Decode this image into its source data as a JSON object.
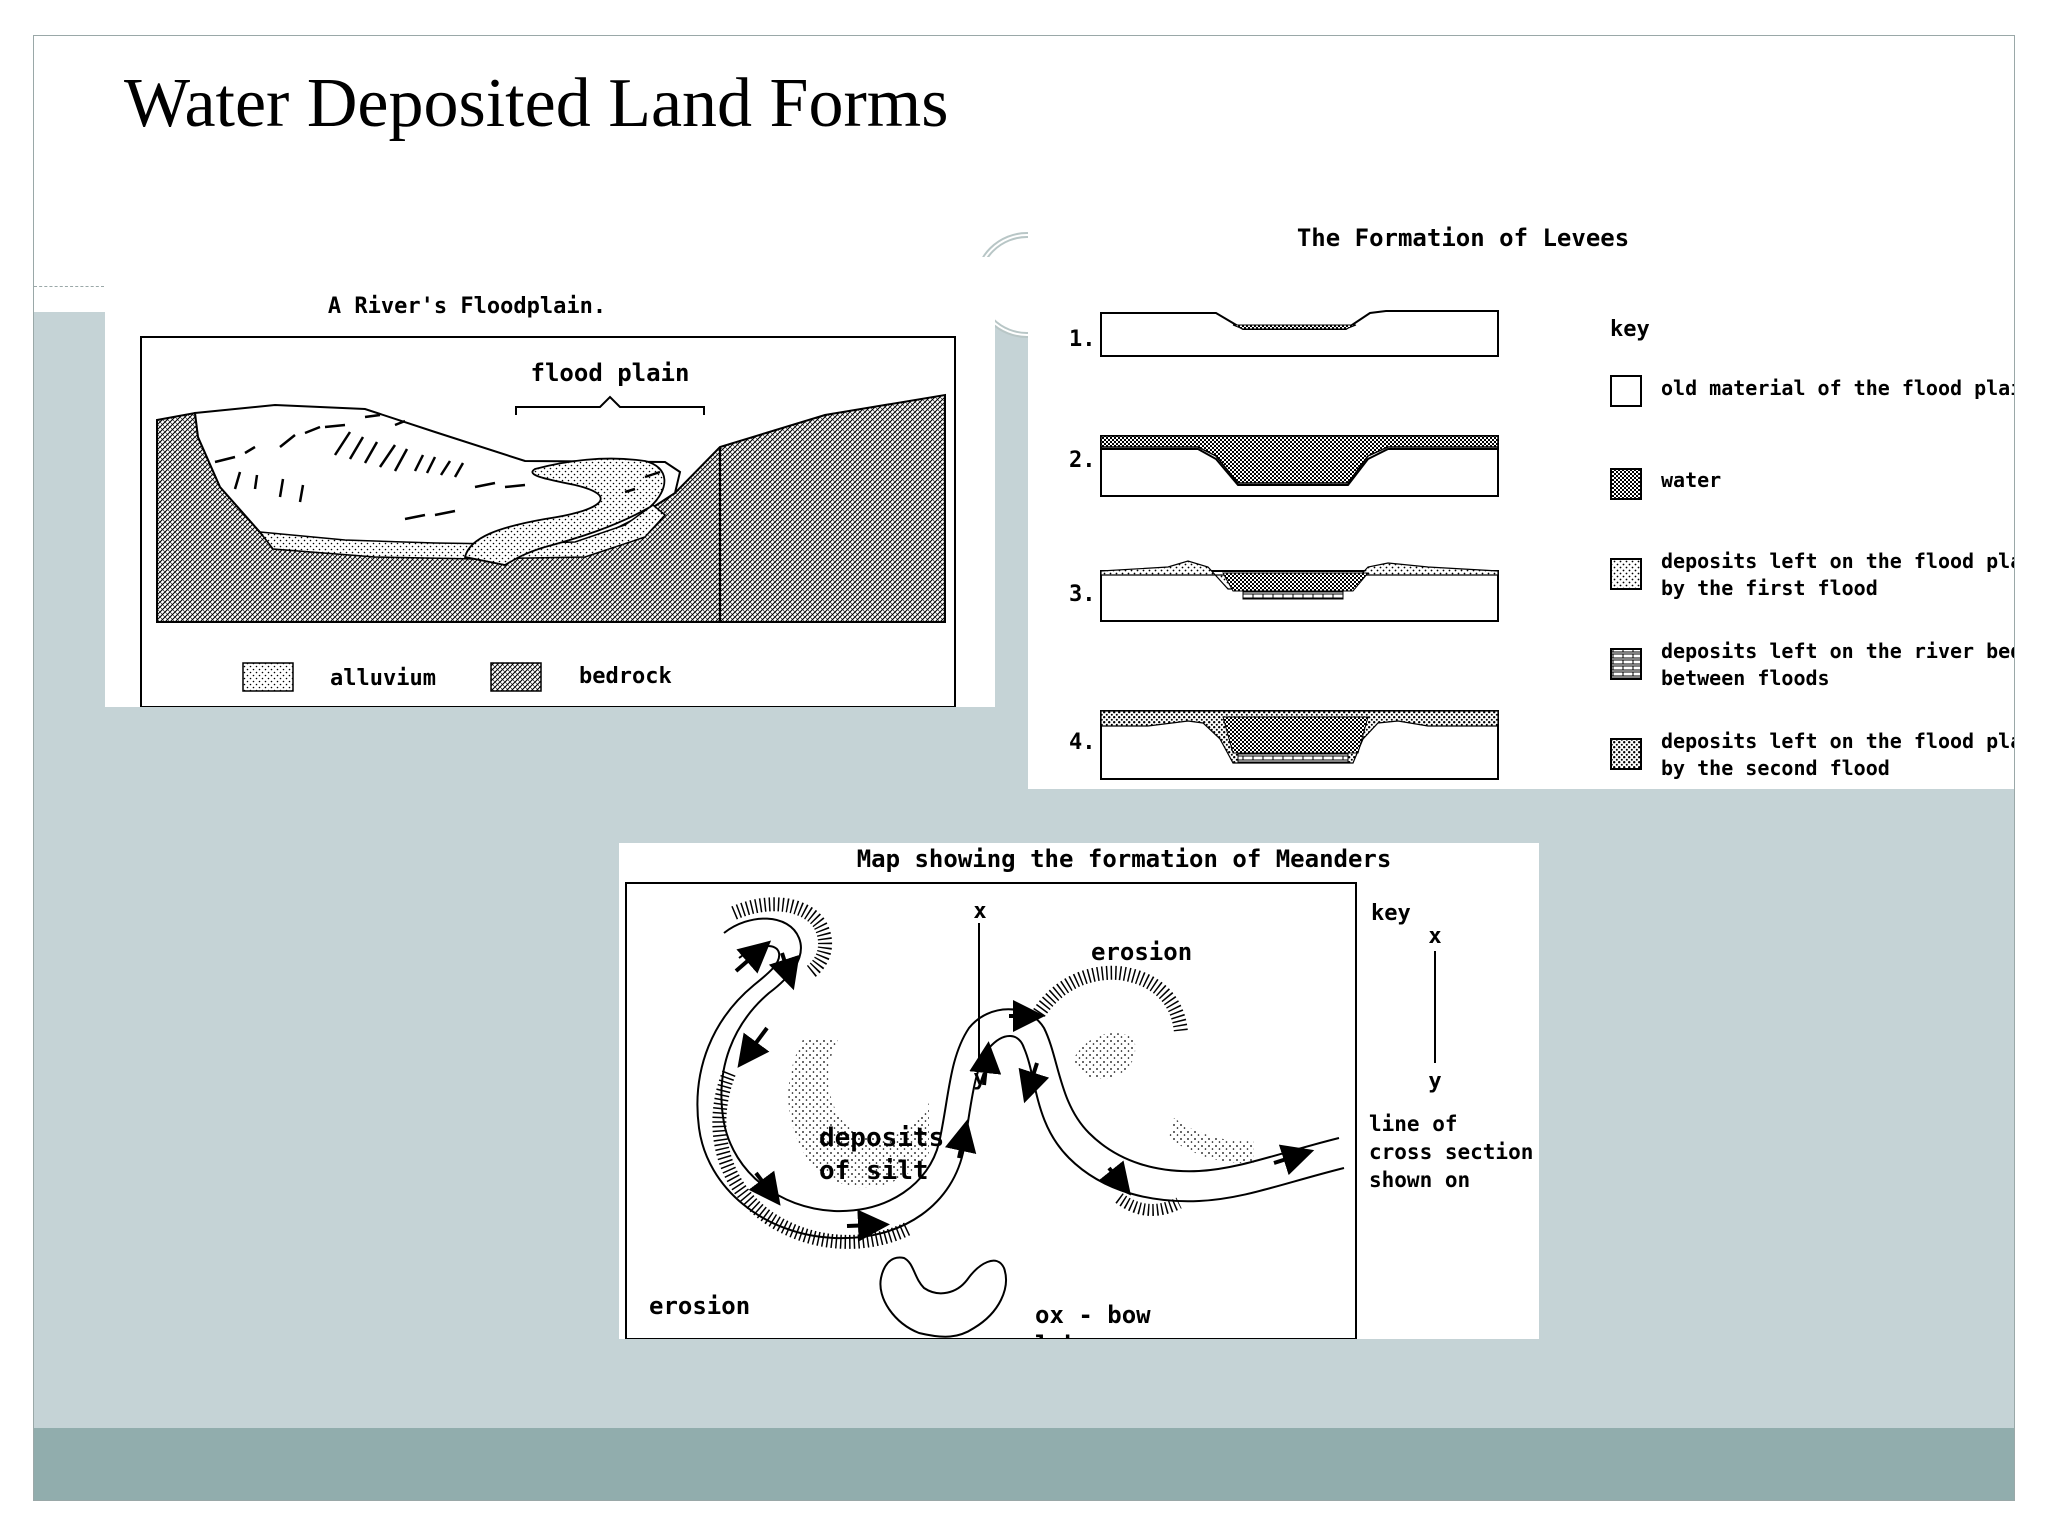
{
  "slide": {
    "title": "Water Deposited Land Forms"
  },
  "floodplain": {
    "title": "A River's Floodplain.",
    "flood_plain_label": "flood plain",
    "legend": {
      "alluvium": "alluvium",
      "bedrock": "bedrock"
    }
  },
  "levees": {
    "title": "The Formation of Levees",
    "steps": [
      "1.",
      "2.",
      "3.",
      "4."
    ],
    "key_title": "key",
    "key": {
      "old_material": "old  material of the flood plain",
      "water": "water",
      "first_flood_1": "deposits left on the flood plain",
      "first_flood_2": "by the first flood",
      "riverbed_1": "deposits left on the river bed",
      "riverbed_2": "between floods",
      "second_flood_1": "deposits left on the flood plain",
      "second_flood_2": "by the second flood"
    }
  },
  "meanders": {
    "title": "Map showing the formation of Meanders",
    "x": "x",
    "y": "y",
    "erosion_top": "erosion",
    "erosion_bottom": "erosion",
    "deposits_1": "deposits",
    "deposits_2": "of silt",
    "oxbow_1": "ox - bow",
    "oxbow_2": "lake",
    "key_title": "key",
    "key_x": "x",
    "key_y": "y",
    "key_text_1": "line of",
    "key_text_2": "cross section",
    "key_text_3": "shown on"
  }
}
